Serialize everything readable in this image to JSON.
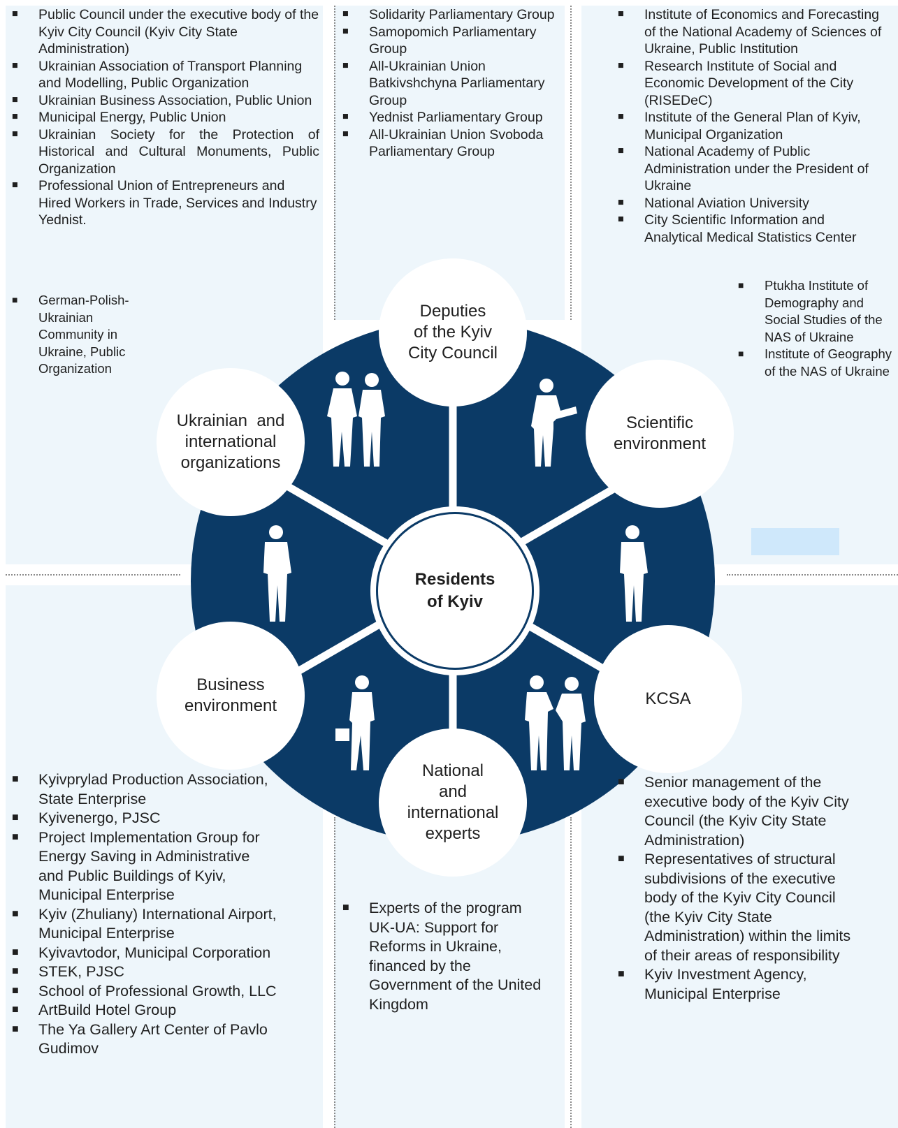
{
  "center": {
    "line1": "Residents",
    "line2": "of Kyiv"
  },
  "nodes": {
    "deputies": [
      "Deputies",
      "of the Kyiv",
      "City Council"
    ],
    "scientific": [
      "Scientific",
      "environment"
    ],
    "kcsa": [
      "KCSA"
    ],
    "experts": [
      "National",
      "and",
      "international",
      "experts"
    ],
    "business": [
      "Business",
      "environment"
    ],
    "organizations": [
      "Ukrainian  and",
      "international",
      "organizations"
    ]
  },
  "top_left_list": [
    "Public Council under the executive body of the Kyiv City Council (Kyiv City State Administration)",
    "Ukrainian Association of Transport Planning and Modelling, Public Organization",
    "Ukrainian Business Association, Public Union",
    "Municipal Energy, Public Union",
    "Ukrainian Society for the Protection of Historical and Cultural Monuments, Public Organization",
    "Professional Union of Entrepreneurs and Hired Workers in Trade, Services and Industry Yednist."
  ],
  "top_left_extra": [
    "German-Polish-Ukrainian Community in Ukraine, Public Organization"
  ],
  "top_middle_list": [
    "Solidarity Parliamentary Group",
    "Samopomich Parliamentary Group",
    "All-Ukrainian Union Batkivshchyna Parliamentary Group",
    "Yednist Parliamentary Group",
    "All-Ukrainian Union Svoboda Parliamentary Group"
  ],
  "top_right_list": [
    "Institute of Economics and Forecasting of the National Academy of Sciences of Ukraine, Public Institution",
    "Research Institute of Social and Economic Development of the City (RISEDeC)",
    "Institute of the General Plan of Kyiv, Municipal Organization",
    "National Academy of Public Administration under the President of Ukraine",
    "National Aviation University",
    "City Scientific Information and Analytical Medical Statistics Center"
  ],
  "top_right_extra": [
    "Ptukha Institute of Demography and Social Studies of the NAS of Ukraine",
    "Institute of Geography of the NAS of Ukraine"
  ],
  "bottom_left_list": [
    "Kyivprylad Production Association, State Enterprise",
    "Kyivenergo, PJSC",
    "Project Implementation Group for Energy Saving in Administrative and Public Buildings of Kyiv, Municipal Enterprise",
    "Kyiv (Zhuliany) International Airport, Municipal Enterprise",
    "Kyivavtodor, Municipal Corporation",
    "STEK, PJSC",
    "School of Professional Growth, LLC",
    "ArtBuild Hotel Group",
    "The Ya Gallery Art Center of Pavlo Gudimov"
  ],
  "bottom_middle_list": [
    "Experts of the program UK-UA: Support for Reforms in Ukraine, financed by the Government of the United Kingdom"
  ],
  "bottom_right_list": [
    "Senior management of the executive body of the Kyiv City Council (the Kyiv City State Administration)",
    "Representatives of structural subdivisions of the executive body of the Kyiv City Council (the Kyiv City State Administration) within the limits of their areas of responsibility",
    "Kyiv Investment Agency, Municipal Enterprise"
  ],
  "colors": {
    "hexagon": "#0b3a66",
    "panel": "#eef6fb",
    "accent_box": "#cfe8fb"
  },
  "icons": [
    "two-businessmen-icon",
    "man-with-laptop-icon",
    "man-with-folder-icon",
    "men-handshake-icon",
    "man-on-phone-briefcase-icon",
    "man-arms-crossed-icon"
  ]
}
